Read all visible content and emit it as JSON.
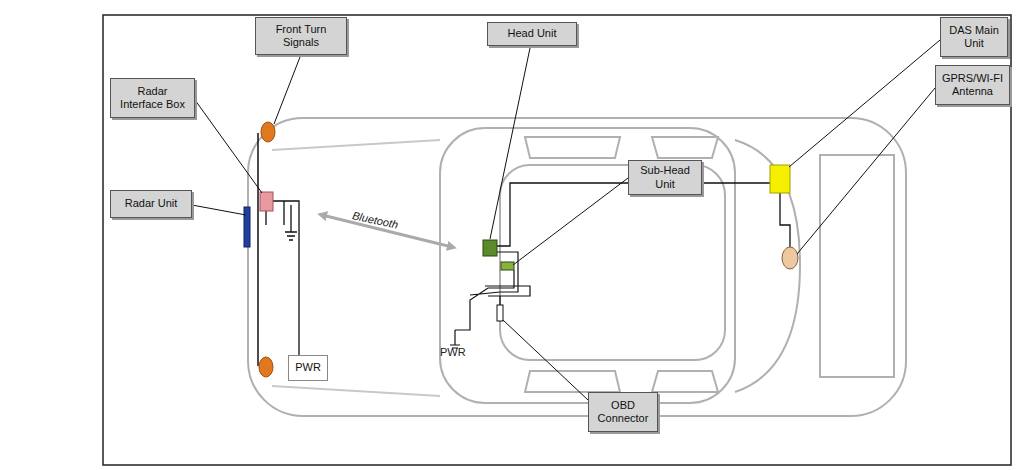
{
  "diagram": {
    "nodes": [
      {
        "text": [
          "Front Turn Signals"
        ]
      },
      {
        "text": [
          "DAS Main Unit"
        ]
      },
      {
        "text": [
          "Head Unit"
        ]
      },
      {
        "text": [
          "GPRS/WI-FI Antenna"
        ]
      },
      {
        "text": [
          "Radar Interface Box"
        ]
      },
      {
        "text": [
          "Sub-Head Unit"
        ]
      },
      {
        "text": [
          "Radar Unit"
        ]
      },
      {
        "text": [
          "PWR"
        ]
      },
      {
        "text": [
          "OBD Connector"
        ]
      }
    ],
    "labels": [
      "Bluetooth",
      "PWR"
    ]
  }
}
